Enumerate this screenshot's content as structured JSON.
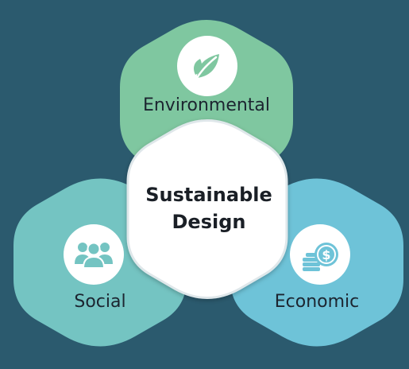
{
  "diagram": {
    "center": {
      "line1": "Sustainable",
      "line2": "Design"
    },
    "nodes": {
      "environmental": {
        "label": "Environmental",
        "icon": "leaf-icon",
        "color": "#7fc7a0"
      },
      "social": {
        "label": "Social",
        "icon": "people-icon",
        "color": "#74c4c2"
      },
      "economic": {
        "label": "Economic",
        "icon": "coins-dollar-icon",
        "color": "#6ec3d8"
      }
    },
    "center_color": "#ffffff",
    "background_color": "#2b5a6e"
  }
}
